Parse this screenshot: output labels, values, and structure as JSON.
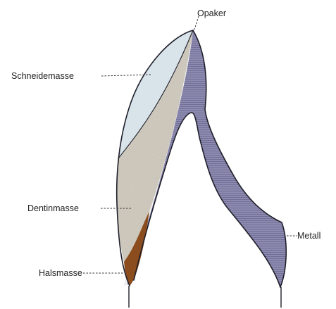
{
  "labels": {
    "opaker": "Opaker",
    "schneidemasse": "Schneidemasse",
    "dentinmasse": "Dentinmasse",
    "halsmasse": "Halsmasse",
    "metall": "Metall"
  },
  "colors": {
    "metall": "#8c8aae",
    "metall_hatch": "#6e6c94",
    "schneidemasse": "#d8e3ea",
    "dentinmasse": "#cfc9bd",
    "dentin_speckle": "#8f877a",
    "halsmasse": "#8b4d1e",
    "opaker": "#f2f2f2",
    "outline": "#1e1e2a"
  }
}
